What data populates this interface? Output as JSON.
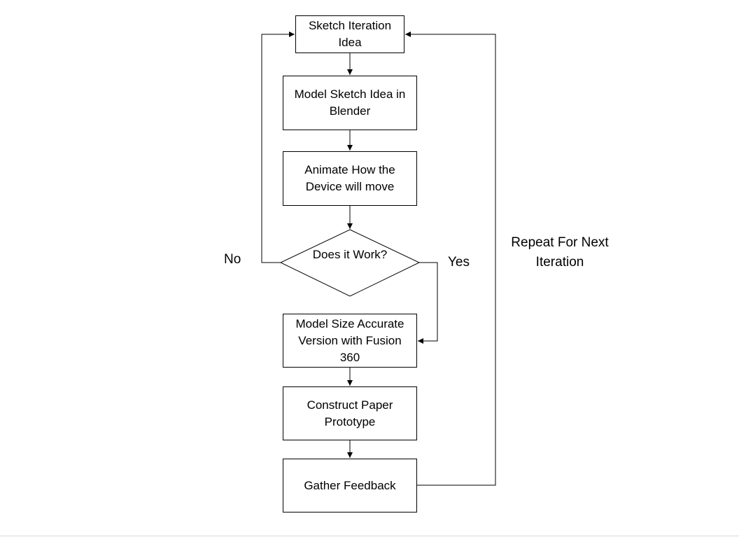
{
  "diagram": {
    "nodes": {
      "sketch": "Sketch Iteration Idea",
      "model_blender": "Model Sketch Idea in Blender",
      "animate": "Animate How the Device will move",
      "decision": "Does it Work?",
      "fusion": "Model Size Accurate Version with Fusion 360",
      "paper": "Construct Paper Prototype",
      "feedback": "Gather Feedback"
    },
    "labels": {
      "no": "No",
      "yes": "Yes",
      "repeat": "Repeat For Next Iteration"
    }
  }
}
